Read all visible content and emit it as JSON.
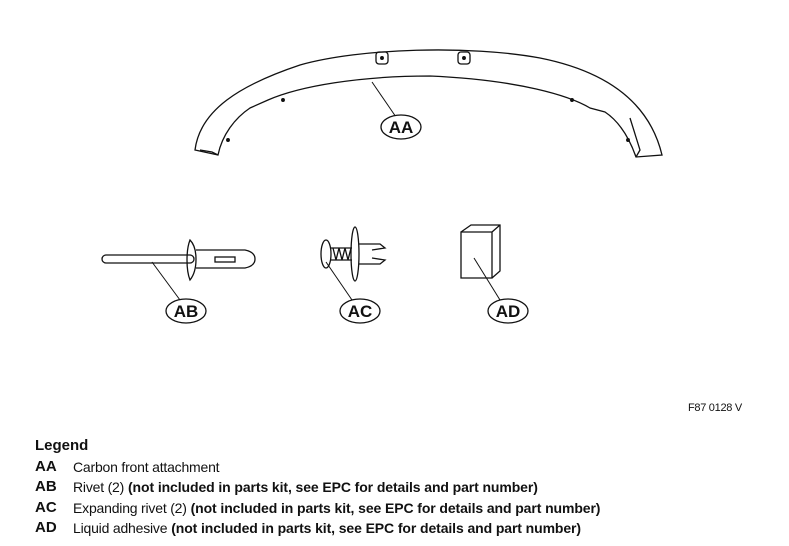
{
  "figure_ref": "F87 0128 V",
  "callouts": {
    "aa": "AA",
    "ab": "AB",
    "ac": "AC",
    "ad": "AD"
  },
  "legend": {
    "title": "Legend",
    "items": [
      {
        "code": "AA",
        "desc": "Carbon front attachment",
        "note": ""
      },
      {
        "code": "AB",
        "desc": "Rivet (2) ",
        "note": "(not included in parts kit, see EPC for details and part number)"
      },
      {
        "code": "AC",
        "desc": "Expanding rivet (2) ",
        "note": "(not included in parts kit, see EPC for details and part number)"
      },
      {
        "code": "AD",
        "desc": "Liquid adhesive ",
        "note": "(not included in parts kit, see EPC for details and part number)"
      }
    ]
  }
}
